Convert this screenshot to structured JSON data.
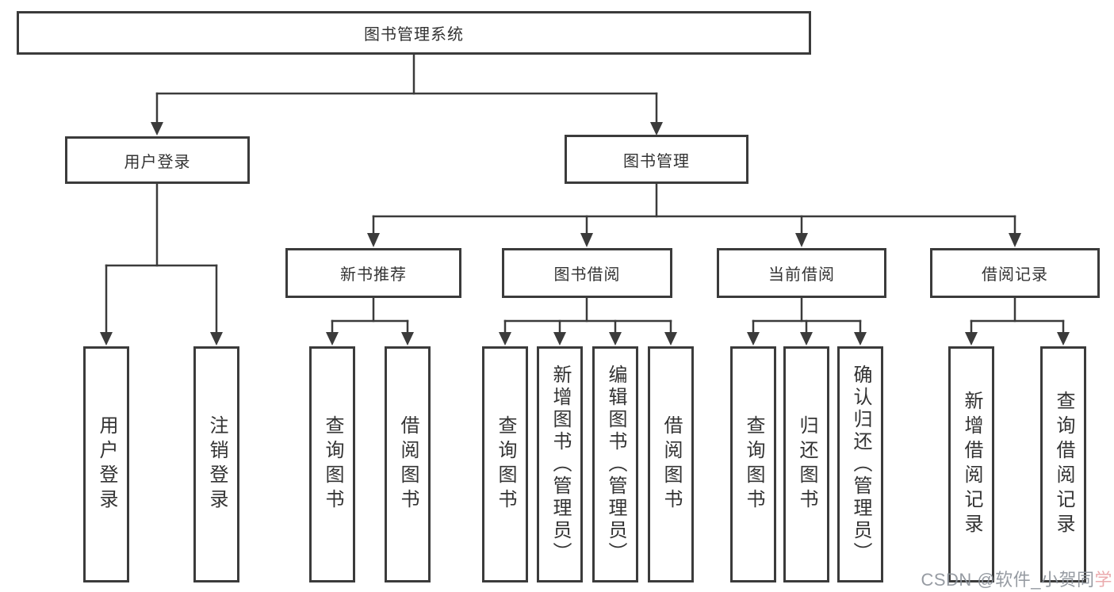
{
  "style": {
    "line_color": "#3b3b3b",
    "text_color": "#333333",
    "background": "#ffffff"
  },
  "tree": {
    "root": {
      "label": "图书管理系统"
    },
    "branches": [
      {
        "label": "用户登录",
        "leaves": [
          {
            "label": "用户登录"
          },
          {
            "label": "注销登录"
          }
        ]
      },
      {
        "label": "图书管理",
        "groups": [
          {
            "label": "新书推荐",
            "leaves": [
              {
                "label": "查询图书"
              },
              {
                "label": "借阅图书"
              }
            ]
          },
          {
            "label": "图书借阅",
            "leaves": [
              {
                "label": "查询图书"
              },
              {
                "label": "新增图书（管理员）"
              },
              {
                "label": "编辑图书（管理员）"
              },
              {
                "label": "借阅图书"
              }
            ]
          },
          {
            "label": "当前借阅",
            "leaves": [
              {
                "label": "查询图书"
              },
              {
                "label": "归还图书"
              },
              {
                "label": "确认归还（管理员）"
              }
            ]
          },
          {
            "label": "借阅记录",
            "leaves": [
              {
                "label": "新增借阅记录"
              },
              {
                "label": "查询借阅记录"
              }
            ]
          }
        ]
      }
    ]
  },
  "watermark": {
    "text_gray": "CSDN @软件_小贺同",
    "text_accent": "学",
    "gray_color": "#8b9199",
    "accent_color": "#e9a2a6"
  }
}
